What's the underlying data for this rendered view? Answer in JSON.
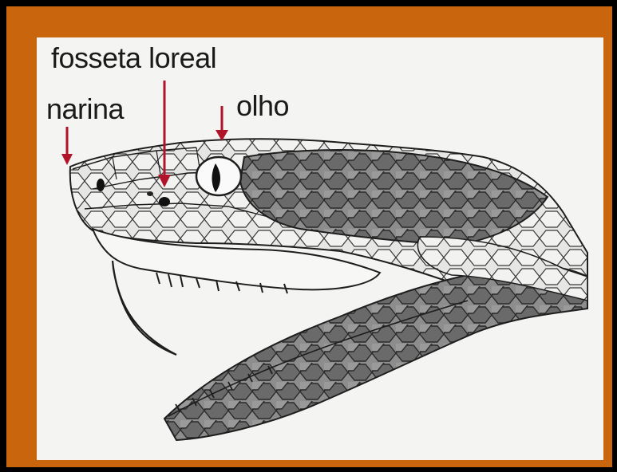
{
  "colors": {
    "outer_background": "#000000",
    "frame": "#c9650c",
    "canvas": "#f4f4f2",
    "arrow": "#b0142a",
    "ink": "#1a1a1a"
  },
  "labels": {
    "pit": "fosseta loreal",
    "nostril": "narina",
    "eye": "olho"
  }
}
